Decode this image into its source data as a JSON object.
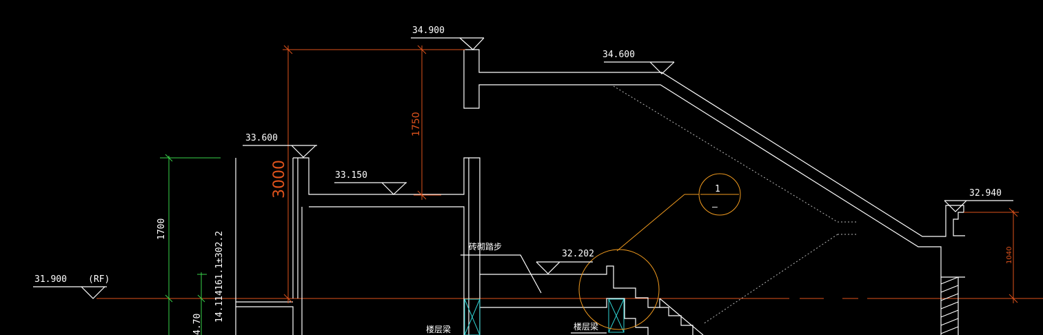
{
  "drawing": {
    "background": "#000000",
    "colors": {
      "outline": "#ffffff",
      "dimension": "#e0531c",
      "detail_bubble": "#f39c1f",
      "aux_dimension": "#39d44a",
      "beam": "#2fd4d4"
    },
    "elevations": {
      "top": "34.900",
      "upper_right": "34.600",
      "middle": "33.600",
      "landing": "33.150",
      "step": "32.202",
      "right": "32.940",
      "roof": "31.900",
      "roof_tag": "(RF)"
    },
    "dimensions": {
      "d3000": "3000",
      "d1750": "1750",
      "d1700": "1700",
      "d1040": "1040",
      "d3022": "14.114161.1±302.2",
      "d470": "4.70"
    },
    "notes": {
      "brick_step": "砖砌踏步",
      "floor_beam_1": "楼层梁",
      "floor_beam_2": "楼层梁"
    },
    "detail_bubble": {
      "top": "1",
      "bottom": "—"
    }
  }
}
